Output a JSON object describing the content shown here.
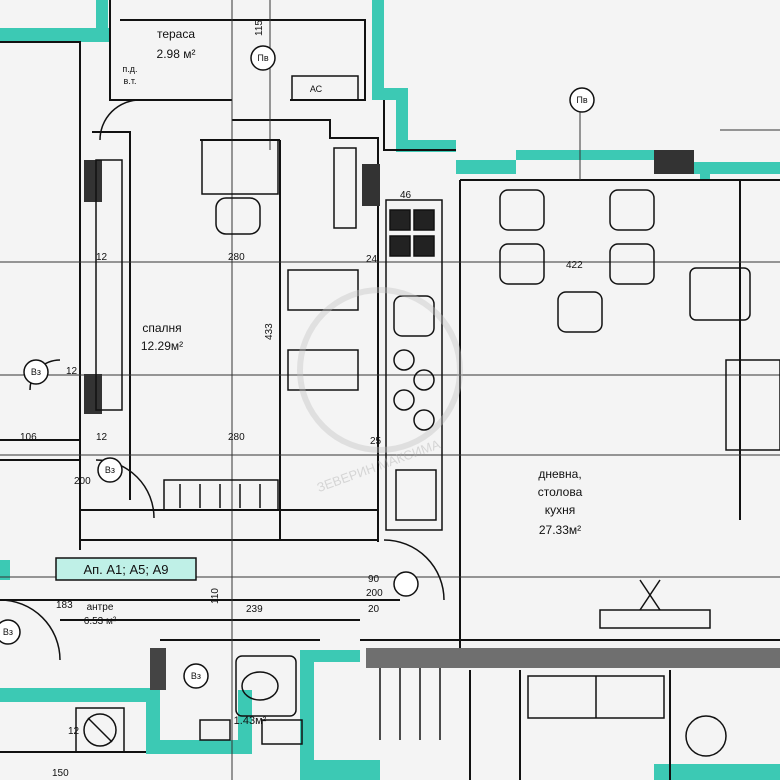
{
  "colors": {
    "wall_accent": "#3cc9b4",
    "line": "#111111",
    "paper": "#f4f4f4",
    "watermark": "#c2c2c2",
    "label_box_fill": "#bff0e7"
  },
  "rooms": {
    "terrace": {
      "name": "тераса",
      "area": "2.98 м²"
    },
    "bedroom": {
      "name": "спалня",
      "area": "12.29м²"
    },
    "living": {
      "name_lines": [
        "дневна,",
        "столова",
        "кухня"
      ],
      "area": "27.33м²"
    },
    "hall": {
      "name": "антре",
      "area": "6.53 м²"
    },
    "bathroom": {
      "area": "1.43м²"
    }
  },
  "apartment_label": "Ап. А1; А5; А9",
  "markers": {
    "pv_marker_1": "Пв",
    "pv_marker_2": "Пв",
    "vs_marker_1": "Вз",
    "vs_marker_2": "Вз",
    "vs_marker_3": "Вз",
    "vs_marker_4": "Вз",
    "ac_unit": "АС",
    "terrace_small_1": "п.д.",
    "terrace_small_2": "в.т."
  },
  "dimensions": {
    "d115": "115",
    "d280_top": "280",
    "d280_mid": "280",
    "d433": "433",
    "d12_a": "12",
    "d12_b": "12",
    "d12_c": "12",
    "d106": "106",
    "d200": "200",
    "d46": "46",
    "d422": "422",
    "d24": "24",
    "d25": "25",
    "d110": "110",
    "d239": "239",
    "d90": "90",
    "d200_b": "200",
    "d20": "20",
    "d183": "183",
    "d150": "150",
    "d12_d": "12"
  },
  "watermark": {
    "text": "ЗЕВЕРИН МАКСИМА"
  }
}
